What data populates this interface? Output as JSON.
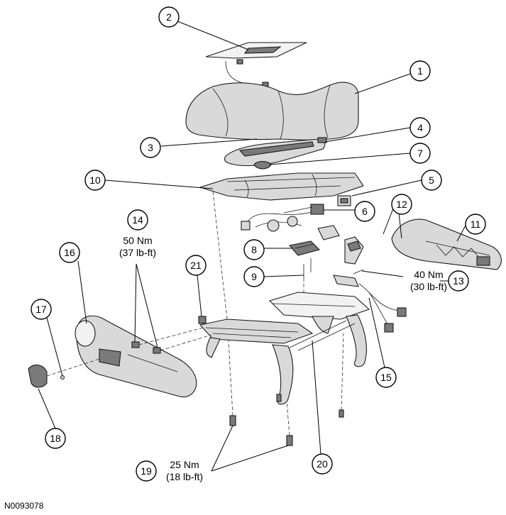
{
  "figure_id": "N0093078",
  "callouts": [
    "1",
    "2",
    "3",
    "4",
    "5",
    "6",
    "7",
    "8",
    "9",
    "10",
    "11",
    "12",
    "13",
    "14",
    "15",
    "16",
    "17",
    "18",
    "19",
    "20",
    "21"
  ],
  "torque_specs": {
    "spec_13": {
      "metric": "40 Nm",
      "imperial": "(30 lb-ft)"
    },
    "spec_14": {
      "metric": "50 Nm",
      "imperial": "(37 lb-ft)"
    },
    "spec_19": {
      "metric": "25 Nm",
      "imperial": "(18 lb-ft)"
    }
  },
  "colors": {
    "line": "#000000",
    "part_fill": "#d9d9d9",
    "background": "#ffffff"
  }
}
